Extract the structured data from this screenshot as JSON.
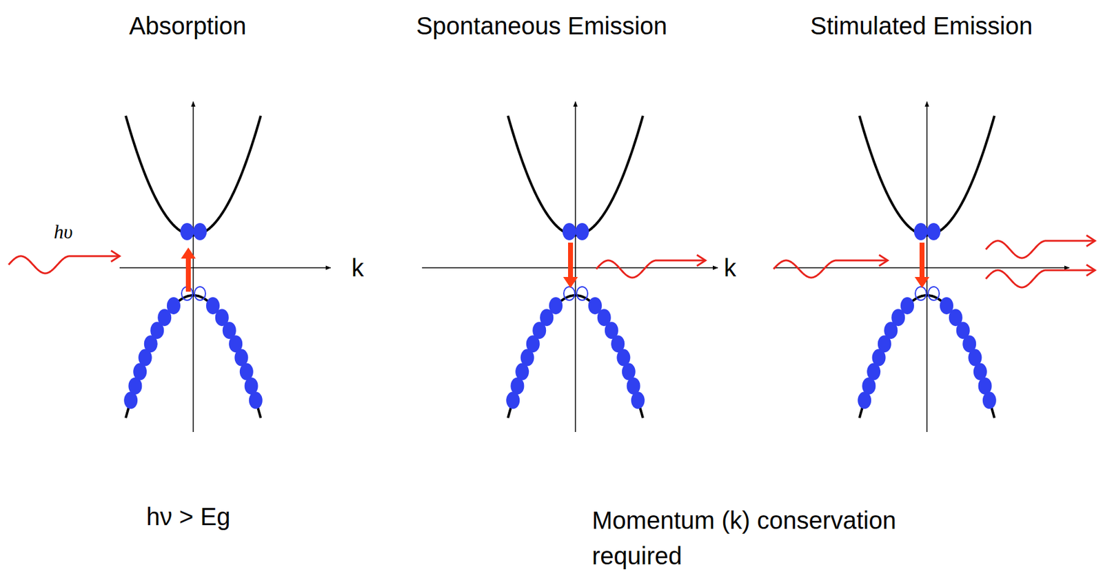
{
  "diagram": {
    "labels": [
      "Absorption",
      "Spontaneous Emission",
      "Stimulated Emission",
      "hυ",
      "k",
      "k",
      "hν > Eg",
      "Momentum (k) conservation required"
    ]
  }
}
